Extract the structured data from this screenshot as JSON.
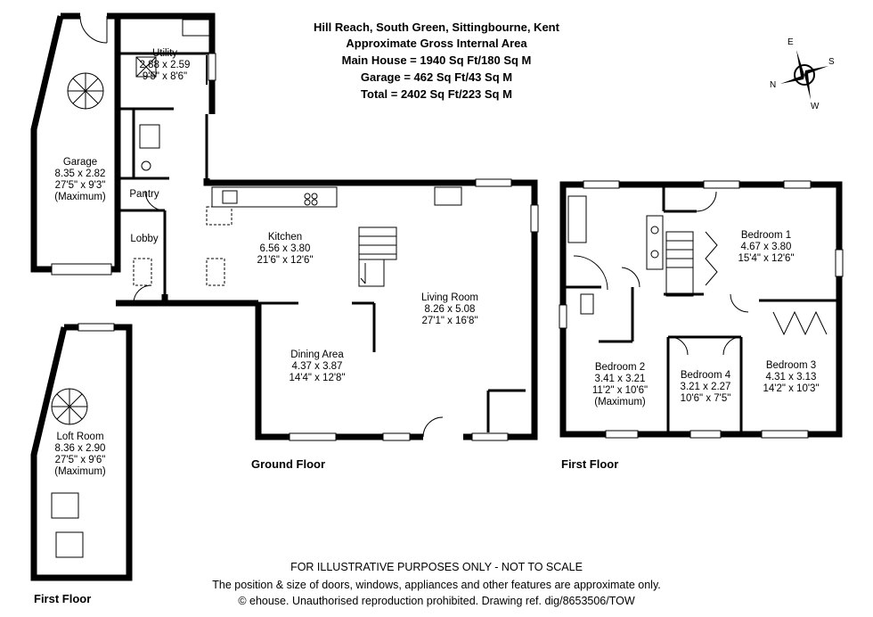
{
  "header": {
    "address": "Hill Reach, South Green, Sittingbourne, Kent",
    "subtitle": "Approximate Gross Internal Area",
    "main_house": "Main House = 1940 Sq Ft/180 Sq M",
    "garage": "Garage = 462 Sq Ft/43 Sq M",
    "total": "Total = 2402 Sq Ft/223 Sq M"
  },
  "compass": {
    "n": "N",
    "e": "E",
    "s": "S",
    "w": "W"
  },
  "rooms": {
    "utility": {
      "name": "Utility",
      "metric": "2.88 x 2.59",
      "imperial": "9'5\" x 8'6\""
    },
    "garage": {
      "name": "Garage",
      "metric": "8.35 x 2.82",
      "imperial": "27'5\" x 9'3\"",
      "note": "(Maximum)"
    },
    "pantry": {
      "name": "Pantry"
    },
    "lobby": {
      "name": "Lobby"
    },
    "kitchen": {
      "name": "Kitchen",
      "metric": "6.56 x 3.80",
      "imperial": "21'6\" x 12'6\""
    },
    "living": {
      "name": "Living Room",
      "metric": "8.26 x 5.08",
      "imperial": "27'1\" x 16'8\""
    },
    "dining": {
      "name": "Dining Area",
      "metric": "4.37 x 3.87",
      "imperial": "14'4\" x 12'8\""
    },
    "loft": {
      "name": "Loft Room",
      "metric": "8.36 x 2.90",
      "imperial": "27'5\" x 9'6\"",
      "note": "(Maximum)"
    },
    "bedroom1": {
      "name": "Bedroom 1",
      "metric": "4.67 x 3.80",
      "imperial": "15'4\" x 12'6\""
    },
    "bedroom2": {
      "name": "Bedroom 2",
      "metric": "3.41 x 3.21",
      "imperial": "11'2\" x 10'6\"",
      "note": "(Maximum)"
    },
    "bedroom3": {
      "name": "Bedroom 3",
      "metric": "4.31 x 3.13",
      "imperial": "14'2\" x 10'3\""
    },
    "bedroom4": {
      "name": "Bedroom 4",
      "metric": "3.21 x 2.27",
      "imperial": "10'6\" x 7'5\""
    }
  },
  "floors": {
    "ground": "Ground Floor",
    "first": "First Floor",
    "loft_first": "First Floor"
  },
  "footer": {
    "disclaimer": "FOR ILLUSTRATIVE PURPOSES ONLY - NOT TO SCALE",
    "note": "The position & size of doors, windows, appliances and other features are approximate only.",
    "copyright": "© ehouse. Unauthorised reproduction prohibited. Drawing ref. dig/8653506/TOW"
  }
}
